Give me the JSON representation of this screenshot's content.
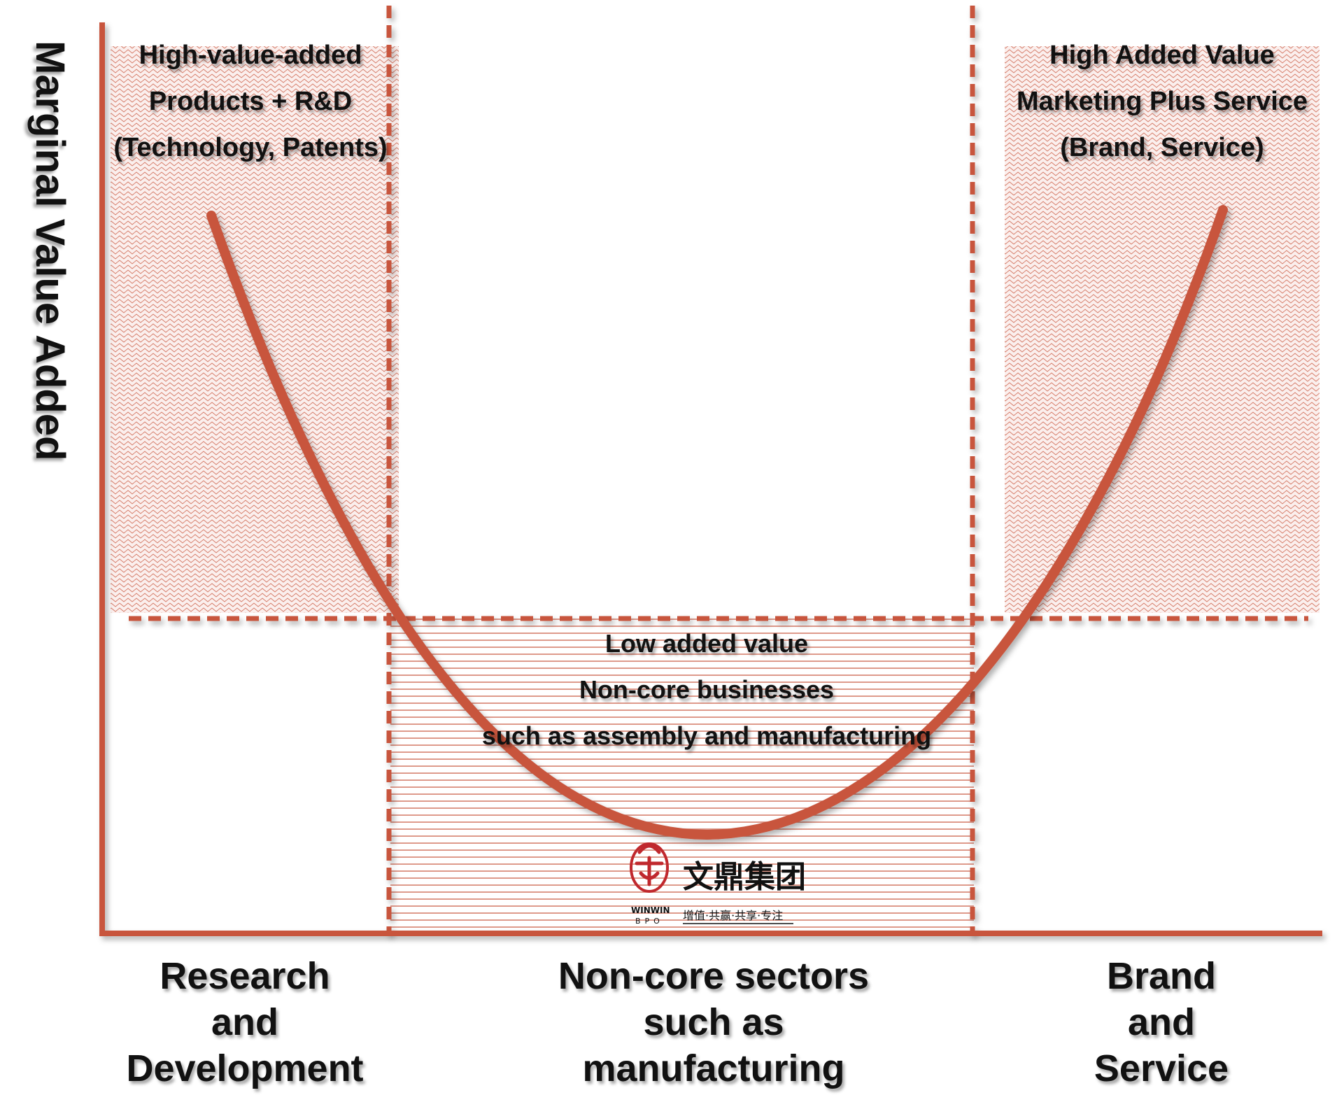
{
  "diagram": {
    "y_axis_label": "Marginal Value Added",
    "left_box": {
      "lines": [
        "High-value-added",
        "Products + R&D",
        "(Technology, Patents)"
      ]
    },
    "right_box": {
      "lines": [
        "High Added Value",
        "Marketing Plus Service",
        "(Brand, Service)"
      ]
    },
    "middle_box": {
      "lines": [
        "Low added value",
        "Non-core businesses",
        "such as assembly and manufacturing"
      ]
    },
    "categories": [
      {
        "lines": [
          "Research",
          "and",
          "Development"
        ]
      },
      {
        "lines": [
          "Non-core sectors",
          "such as",
          "manufacturing"
        ]
      },
      {
        "lines": [
          "Brand",
          "and",
          "Service"
        ]
      }
    ],
    "logo": {
      "name_cn": "文鼎集团",
      "slogan_cn": "增值·共赢·共享·专注",
      "brand_en": "WINWIN",
      "brand_sub": "BPO"
    },
    "colors": {
      "accent": "#c8553d",
      "text": "#111111",
      "logo_red": "#c0282d"
    }
  }
}
